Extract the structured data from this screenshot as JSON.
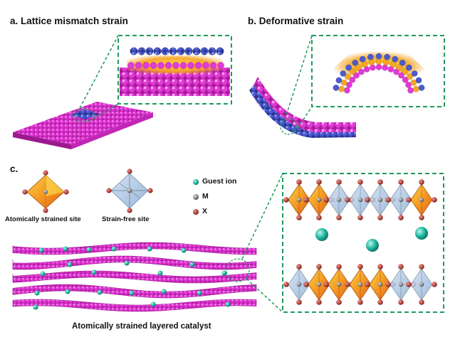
{
  "panels": {
    "a": {
      "title": "a. Lattice mismatch strain"
    },
    "b": {
      "title": "b. Deformative strain"
    },
    "c": {
      "title": "c."
    }
  },
  "sites": {
    "strained": "Atomically strained site",
    "free": "Strain-free site"
  },
  "legend": [
    {
      "label": "Guest ion",
      "color": "#1fb9a3"
    },
    {
      "label": "M",
      "color": "#8a8a8a"
    },
    {
      "label": "X",
      "color": "#b5473e"
    }
  ],
  "caption": "Atomically strained layered catalyst",
  "colors": {
    "sheet": "#e23ad6",
    "sheet_dark": "#b51ea7",
    "overlayer": "#4a5bd0",
    "strain_glow": "#f5a623",
    "inset_border": "#1f9a5c",
    "guest_ion": "#1fb9a3",
    "metal": "#8a8a8a",
    "ligand": "#b5473e"
  }
}
